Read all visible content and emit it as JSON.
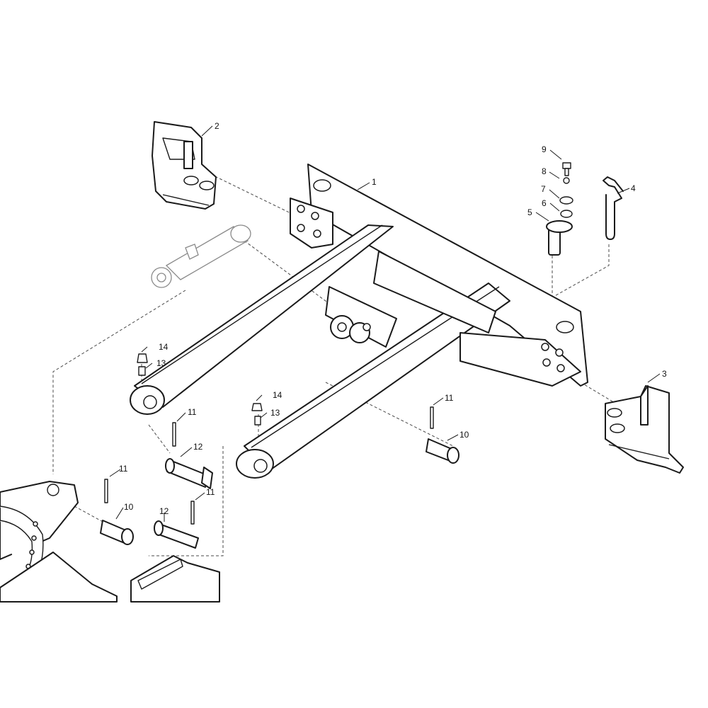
{
  "callouts": {
    "c1": "1",
    "c2": "2",
    "c3": "3",
    "c4": "4",
    "c5": "5",
    "c6": "6",
    "c7": "7",
    "c8": "8",
    "c9": "9",
    "c10a": "10",
    "c10b": "10",
    "c11a": "11",
    "c11b": "11",
    "c11c": "11",
    "c11d": "11",
    "c12a": "12",
    "c12b": "12",
    "c13a": "13",
    "c13b": "13",
    "c14a": "14",
    "c14b": "14"
  }
}
